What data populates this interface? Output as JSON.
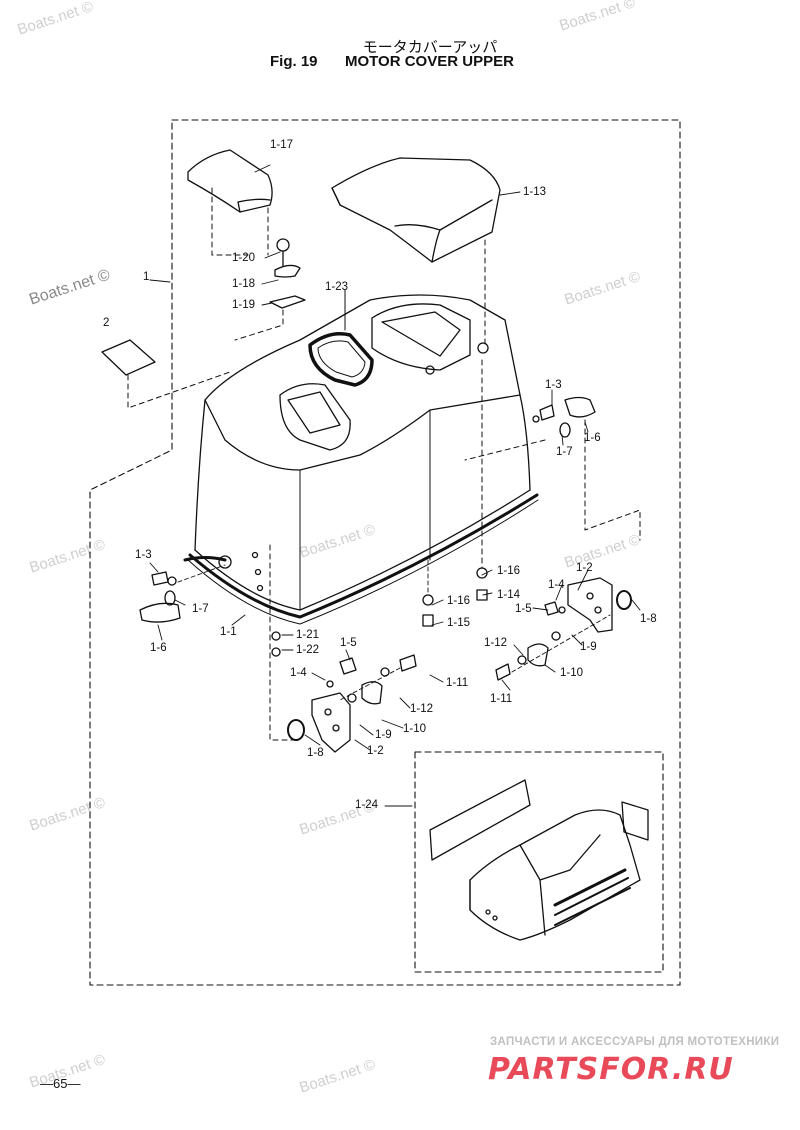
{
  "header": {
    "title_jp": "モータカバーアッパ",
    "fig_label": "Fig. 19",
    "title_en": "MOTOR COVER UPPER"
  },
  "callouts": {
    "c1_17": "1-17",
    "c1_13": "1-13",
    "c1_20": "1-20",
    "c1_18": "1-18",
    "c1_19": "1-19",
    "c1": "1",
    "c2": "2",
    "c1_23": "1-23",
    "c1_3a": "1-3",
    "c1_6a": "1-6",
    "c1_7a": "1-7",
    "c1_3b": "1-3",
    "c1_7b": "1-7",
    "c1_6b": "1-6",
    "c1_1": "1-1",
    "c1_16a": "1-16",
    "c1_16b": "1-16",
    "c1_14": "1-14",
    "c1_15": "1-15",
    "c1_2a": "1-2",
    "c1_4a": "1-4",
    "c1_5a": "1-5",
    "c1_8a": "1-8",
    "c1_9a": "1-9",
    "c1_12a": "1-12",
    "c1_10a": "1-10",
    "c1_11a": "1-11",
    "c1_21": "1-21",
    "c1_22": "1-22",
    "c1_5b": "1-5",
    "c1_4b": "1-4",
    "c1_11b": "1-11",
    "c1_12b": "1-12",
    "c1_10b": "1-10",
    "c1_9b": "1-9",
    "c1_2b": "1-2",
    "c1_8b": "1-8",
    "c1_24": "1-24"
  },
  "watermark": "Boats.net ©",
  "page_number": "—65—",
  "footer": {
    "subtitle": "ЗАПЧАСТИ И АКСЕССУАРЫ ДЛЯ МОТОТЕХНИКИ",
    "logo": "PARTSFOR.RU"
  },
  "colors": {
    "ink": "#111111",
    "watermark": "#cfcfcf",
    "logo": "#e84a5a"
  }
}
